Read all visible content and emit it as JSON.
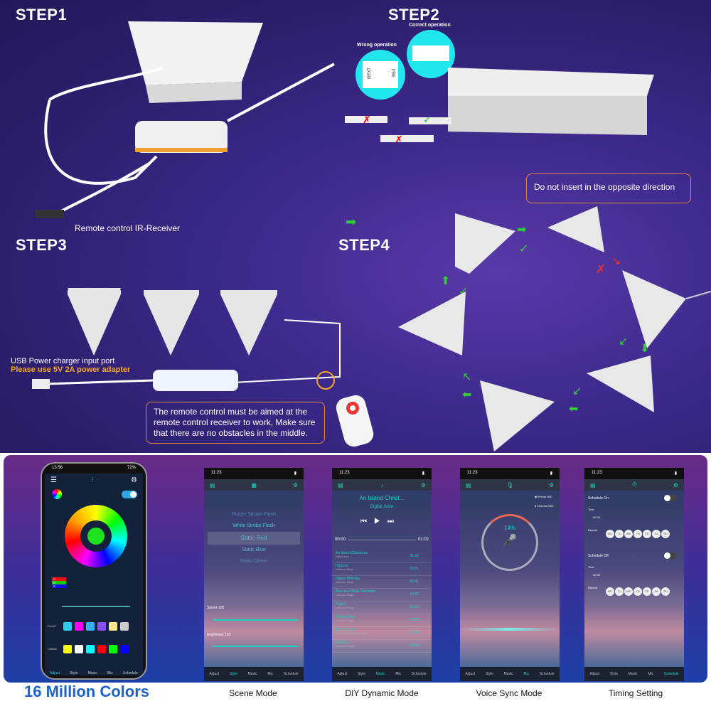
{
  "steps": {
    "step1": "STEP1",
    "step2": "STEP2",
    "step3": "STEP3",
    "step4": "STEP4"
  },
  "step1": {
    "ir_label": "Remote control IR-Receiver"
  },
  "step2": {
    "wrong": "Wrong operation",
    "correct": "Correct operation",
    "next": "NEXT",
    "pre": "PRE"
  },
  "step3": {
    "usb_port": "USB Power charger input port",
    "adapter": "Please use 5V 2A power adapter",
    "remote_note": "The remote control must be aimed at the remote control receiver to work, Make sure that there are no obstacles in the middle."
  },
  "step4": {
    "warning": "Do not insert in the opposite direction"
  },
  "phones": {
    "adjust": {
      "time": "13:56",
      "battery": "72%",
      "rgb": [
        "R",
        "G",
        "B"
      ],
      "preset_label": "Preset",
      "classic_label": "Classic",
      "nav": [
        "Adjust",
        "Style",
        "Music",
        "Mic",
        "Schedule"
      ]
    },
    "scene": {
      "time": "11:23",
      "items": [
        "Purple Strobe Flash",
        "White Strobe Flash",
        "Static Red",
        "Static Blue",
        "Static Green"
      ],
      "speed": "Speed 100",
      "brightness": "Brightness 100"
    },
    "diy": {
      "title": "An Island Christ...",
      "artist": "Digital Juice",
      "start": "00:00",
      "end": "01:02",
      "songs": [
        {
          "t": "An Island Christmas",
          "a": "Digital Juice",
          "d": "01:02"
        },
        {
          "t": "Horizon",
          "a": "Unknown Singer",
          "d": "03:21"
        },
        {
          "t": "Happy Birthday",
          "a": "Unknown Singer",
          "d": "00:41"
        },
        {
          "t": "Blue and White Porcelain",
          "a": "Unknown Singer",
          "d": "04:05"
        },
        {
          "t": "Faded",
          "a": "Unknown Singer",
          "d": "03:31"
        },
        {
          "t": "Weirdo Man",
          "a": "Unknown Singer",
          "d": "05:00"
        },
        {
          "t": "Be The Boss",
          "a": "Mohd Ouafidja & Suzaid Aziz",
          "d": "03:20"
        },
        {
          "t": "Chuche",
          "a": "Unknown Singer",
          "d": "03:34"
        }
      ]
    },
    "voice": {
      "phone_mic": "Phone MIC",
      "external_mic": "External MIC",
      "percent": "14%"
    },
    "timing": {
      "on": "Schedule On",
      "off": "Schedule Off",
      "time_label": "Time",
      "time": "00:00",
      "repeat": "Repeat",
      "days": [
        "MO",
        "TU",
        "WE",
        "TH",
        "FR",
        "SA",
        "SU"
      ]
    }
  },
  "captions": [
    "16 Million Colors",
    "Scene Mode",
    "DIY Dynamic Mode",
    "Voice Sync Mode",
    "Timing Setting"
  ],
  "colors": {
    "accent": "#1dd3c0",
    "caption_blue": "#1c63c8",
    "warn_orange": "#f5a623"
  }
}
